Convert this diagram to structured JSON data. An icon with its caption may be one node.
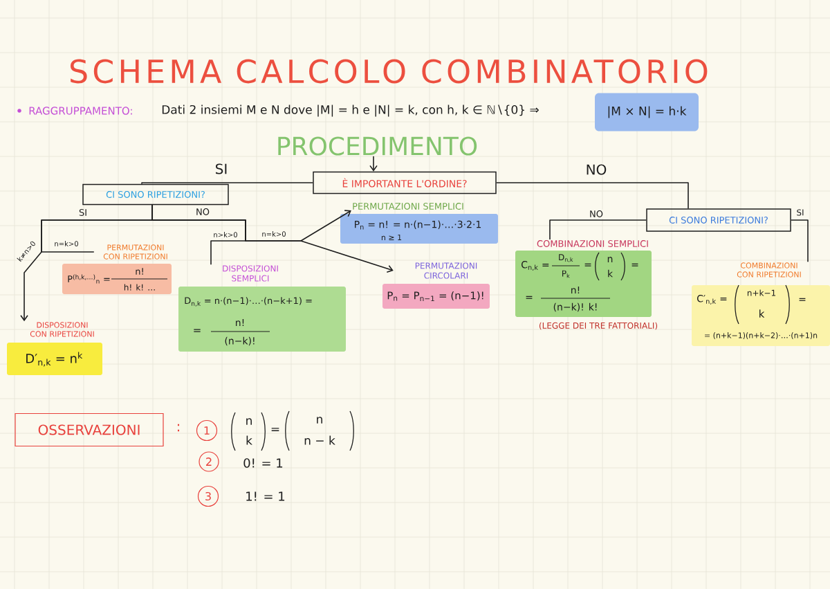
{
  "diagram": {
    "title": "SCHEMA CALCOLO COMBINATORIO",
    "nodes": [
      {
        "text": [
          "|M × N| = h·k"
        ]
      },
      {
        "text": [
          "PROCEDIMENTO"
        ]
      },
      {
        "text": [
          "È IMPORTANTE L'ORDINE?"
        ]
      },
      {
        "text": [
          "CI SONO RIPETIZIONI?"
        ]
      },
      {
        "text": [
          "CI SONO RIPETIZIONI?"
        ]
      },
      {
        "text": [
          "PERMUTAZIONI SEMPLICI",
          "P$_{n}$ = n! = n·(n−1)·…·3·2·1",
          "n ≥ 1"
        ]
      },
      {
        "text": [
          "PERMUTAZIONI CON RIPETIZIONI",
          "P$^{(h,k,…)}$$_{n}$ =",
          "n!",
          "h! k! …"
        ]
      },
      {
        "text": [
          "DISPOSIZIONI SEMPLICI",
          "D$_{n,k}$ = n·(n−1)·…·(n−k+1) =",
          "=",
          "n!",
          "(n−k)!"
        ]
      },
      {
        "text": [
          "PERMUTAZIONI CIRCOLARI",
          "P$_{n}$ = P$_{n−1}$ = (n−1)!"
        ]
      },
      {
        "text": [
          "COMBINAZIONI SEMPLICI",
          "C$_{n,k}$ =",
          "D$_{n,k}$",
          "P$_{k}$",
          "=",
          "n",
          "k",
          "=",
          "=",
          "n!",
          "(n−k)! k!"
        ],
        "beside": [
          "(LEGGE DEI TRE FATTORIALI)"
        ]
      },
      {
        "text": [
          "COMBINAZIONI CON RIPETIZIONI",
          "C′$_{n,k}$ =",
          "n+k−1",
          "k",
          "=",
          "= (n+k−1)(n+k−2)·…·(n+1)n"
        ]
      },
      {
        "text": [
          "DISPOSIZIONI CON RIPETIZIONI",
          "D′$_{n,k}$ = n$^{k}$"
        ]
      },
      {
        "text": [
          "OSSERVAZIONI"
        ]
      },
      {
        "text": [
          "1"
        ],
        "beside": [
          "n",
          "k",
          "=",
          "n",
          "n − k"
        ]
      },
      {
        "text": [
          "2"
        ],
        "beside": [
          "0! = 1"
        ]
      },
      {
        "text": [
          "3"
        ],
        "beside": [
          "1! = 1"
        ]
      }
    ],
    "edges": [
      {
        "from": 1,
        "to": 2,
        "arrow": "to"
      },
      {
        "from": 2,
        "to": 3,
        "arrow": "none",
        "label": "SI"
      },
      {
        "from": 2,
        "to": 4,
        "arrow": "none",
        "label": "NO"
      },
      {
        "from": 3,
        "to": 11,
        "arrow": "to",
        "label": "k≠n>0"
      },
      {
        "from": 3,
        "to": 6,
        "arrow": "none",
        "label": "n=k>0"
      },
      {
        "from": 3,
        "to": 7,
        "arrow": "none",
        "label": "n>k>0"
      },
      {
        "from": 3,
        "to": 5,
        "arrow": "to",
        "label": "n=k>0"
      },
      {
        "from": 3,
        "to": 8,
        "arrow": "to"
      },
      {
        "from": 4,
        "to": 9,
        "arrow": "none",
        "label": "NO"
      },
      {
        "from": 4,
        "to": 10,
        "arrow": "none",
        "label": "SI"
      }
    ],
    "labels": [
      "RAGGRUPPAMENTO:",
      "Dati 2 insiemi M e N dove |M| = h e |N| = k, con h, k ∈ ℕ∖{0} ⇒",
      "SI",
      "NO",
      ":"
    ]
  }
}
